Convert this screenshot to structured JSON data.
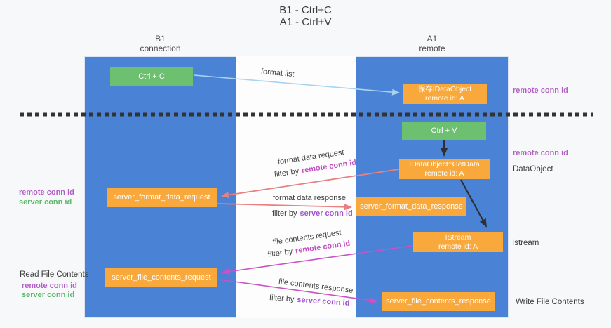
{
  "title": {
    "line1": "B1 - Ctrl+C",
    "line2": "A1 - Ctrl+V"
  },
  "lanes": {
    "left": {
      "name": "B1",
      "role": "connection"
    },
    "right": {
      "name": "A1",
      "role": "remote"
    }
  },
  "nodes": {
    "ctrl_c": "Ctrl + C",
    "ctrl_v": "Ctrl + V",
    "saved_dataobject": {
      "line1": "保存IDataObject",
      "line2": "remote id: A"
    },
    "getdata": {
      "line1": "IDataObject::GetData",
      "line2": "remote id: A"
    },
    "istream": {
      "line1": "IStream",
      "line2": "remote id: A"
    },
    "server_format_data_request": "server_format_data_request",
    "server_format_data_response": "server_format_data_response",
    "server_file_contents_request": "server_file_contents_request",
    "server_file_contents_response": "server_file_contents_response"
  },
  "edge_labels": {
    "format_list": "format list",
    "format_data_request": "format data request",
    "format_data_response": "format data response",
    "file_contents_request": "file contents request",
    "file_contents_response": "file contents response",
    "filter_by": "filter by",
    "remote_conn_id": "remote conn id",
    "server_conn_id": "server conn id"
  },
  "side_labels": {
    "right_remote_conn_id_1": "remote conn id",
    "right_remote_conn_id_2": "remote conn id",
    "dataobject": "DataObject",
    "istream": "Istream",
    "write_file_contents": "Write File Contents",
    "read_file_contents": "Read File Contents",
    "left_remote_conn_id_1": "remote conn id",
    "left_server_conn_id_1": "server conn id",
    "left_remote_conn_id_2": "remote conn id",
    "left_server_conn_id_2": "server conn id"
  },
  "colors": {
    "lane_blue": "#4a83d6",
    "node_orange": "#f9a83c",
    "node_green": "#6ec071",
    "arrow_salmon": "#e87f80",
    "arrow_magenta": "#ca52c5",
    "arrow_lightblue": "#a9d3ee",
    "arrow_black": "#2f2f2f",
    "text_purple": "#b45fc8",
    "text_green": "#5cb96a",
    "background": "#f7f8f9"
  }
}
